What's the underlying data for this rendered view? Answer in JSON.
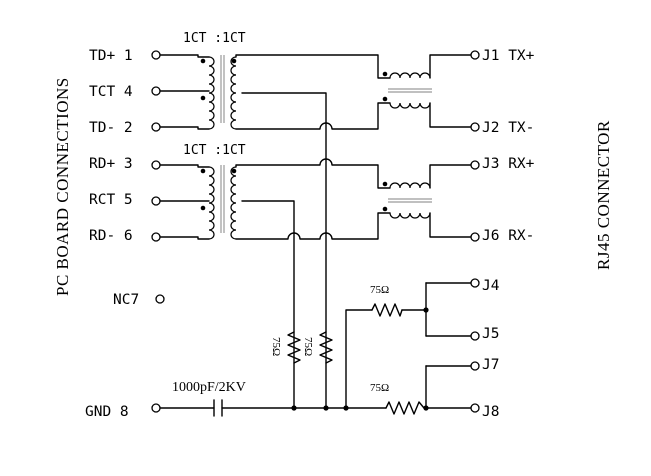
{
  "left_pins": [
    {
      "label": "TD+ 1"
    },
    {
      "label": "TCT 4"
    },
    {
      "label": "TD- 2"
    },
    {
      "label": "RD+ 3"
    },
    {
      "label": "RCT 5"
    },
    {
      "label": "RD- 6"
    },
    {
      "label": "NC7"
    },
    {
      "label": "GND 8"
    }
  ],
  "right_pins": [
    {
      "label": "J1 TX+"
    },
    {
      "label": "J2 TX-"
    },
    {
      "label": "J3 RX+"
    },
    {
      "label": "J6 RX-"
    },
    {
      "label": "J4"
    },
    {
      "label": "J5"
    },
    {
      "label": "J7"
    },
    {
      "label": "J8"
    }
  ],
  "transformers": [
    {
      "ratio": "1CT :1CT"
    },
    {
      "ratio": "1CT :1CT"
    }
  ],
  "resistors": [
    {
      "value": "75Ω"
    },
    {
      "value": "75Ω"
    },
    {
      "value": "75Ω"
    },
    {
      "value": "75Ω"
    }
  ],
  "capacitor": {
    "value": "1000pF/2KV"
  },
  "side_labels": {
    "left": "PC BOARD CONNECTIONS",
    "right": "RJ45 CONNECTOR"
  }
}
